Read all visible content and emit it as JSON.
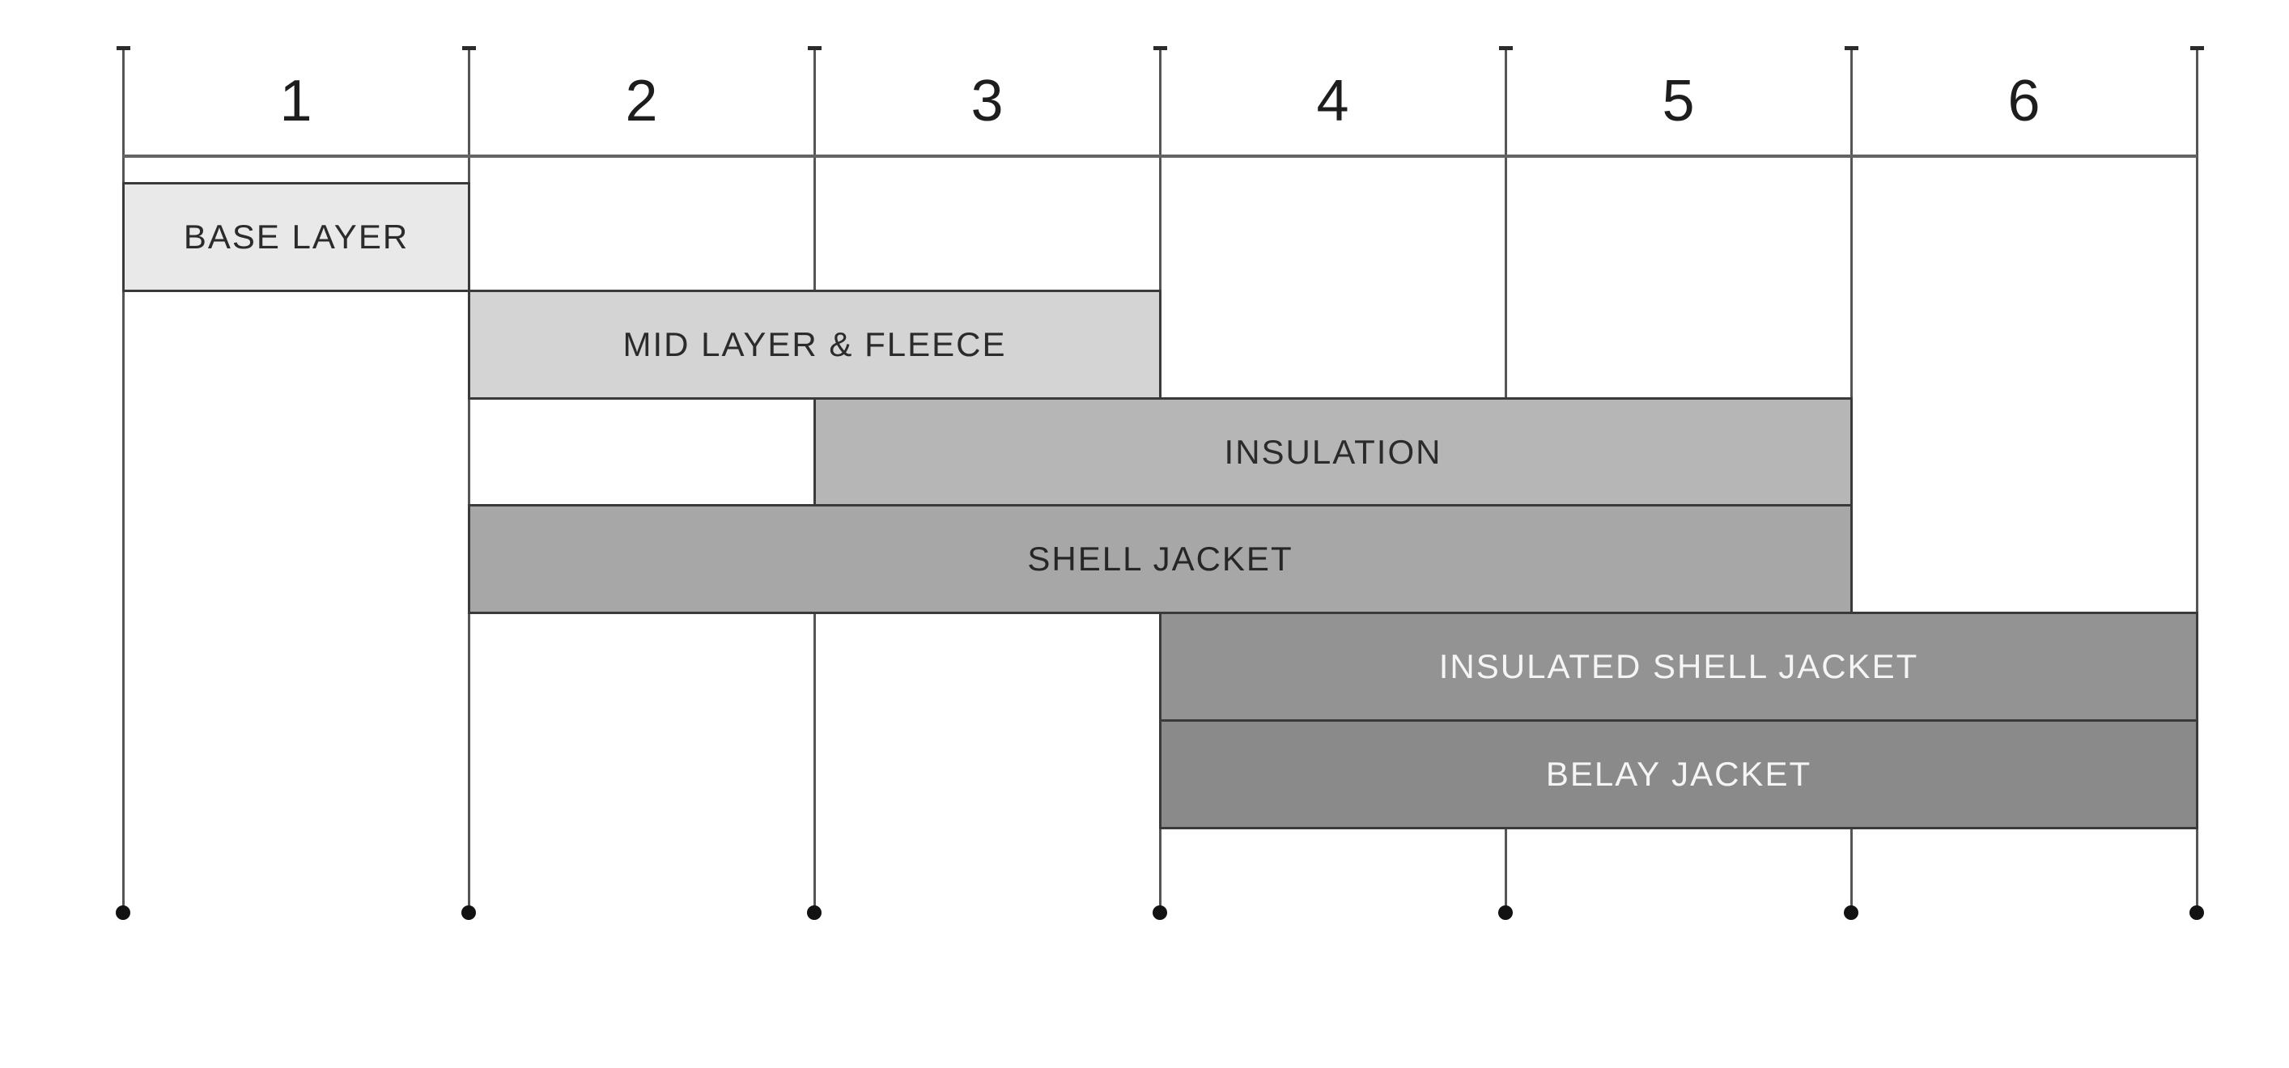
{
  "chart_data": {
    "type": "gantt",
    "title": "",
    "x_axis": {
      "column_labels": [
        "1",
        "2",
        "3",
        "4",
        "5",
        "6"
      ],
      "gridlines": 7
    },
    "rows": [
      {
        "label": "BASE LAYER",
        "start": 1,
        "end": 2,
        "fill": "#e9e9e9",
        "text_color": "#2b2b2b"
      },
      {
        "label": "MID LAYER & FLEECE",
        "start": 2,
        "end": 4,
        "fill": "#d4d4d4",
        "text_color": "#2b2b2b"
      },
      {
        "label": "INSULATION",
        "start": 3,
        "end": 6,
        "fill": "#b6b6b6",
        "text_color": "#2b2b2b"
      },
      {
        "label": "SHELL JACKET",
        "start": 2,
        "end": 6,
        "fill": "#a7a7a7",
        "text_color": "#262626"
      },
      {
        "label": "INSULATED SHELL JACKET",
        "start": 4,
        "end": 7,
        "fill": "#939393",
        "text_color": "#f5f5f5"
      },
      {
        "label": "BELAY JACKET",
        "start": 4,
        "end": 7,
        "fill": "#8a8a8a",
        "text_color": "#f5f5f5"
      }
    ],
    "colors": {
      "background": "#ffffff",
      "gridline": "#555555",
      "tick_cap": "#2b2b2b",
      "header_line": "#636363",
      "bar_border": "#3a3a3a",
      "column_label": "#1d1d1d",
      "endpoint_dot": "#121212"
    },
    "legend": null,
    "grid": "vertical-only"
  }
}
